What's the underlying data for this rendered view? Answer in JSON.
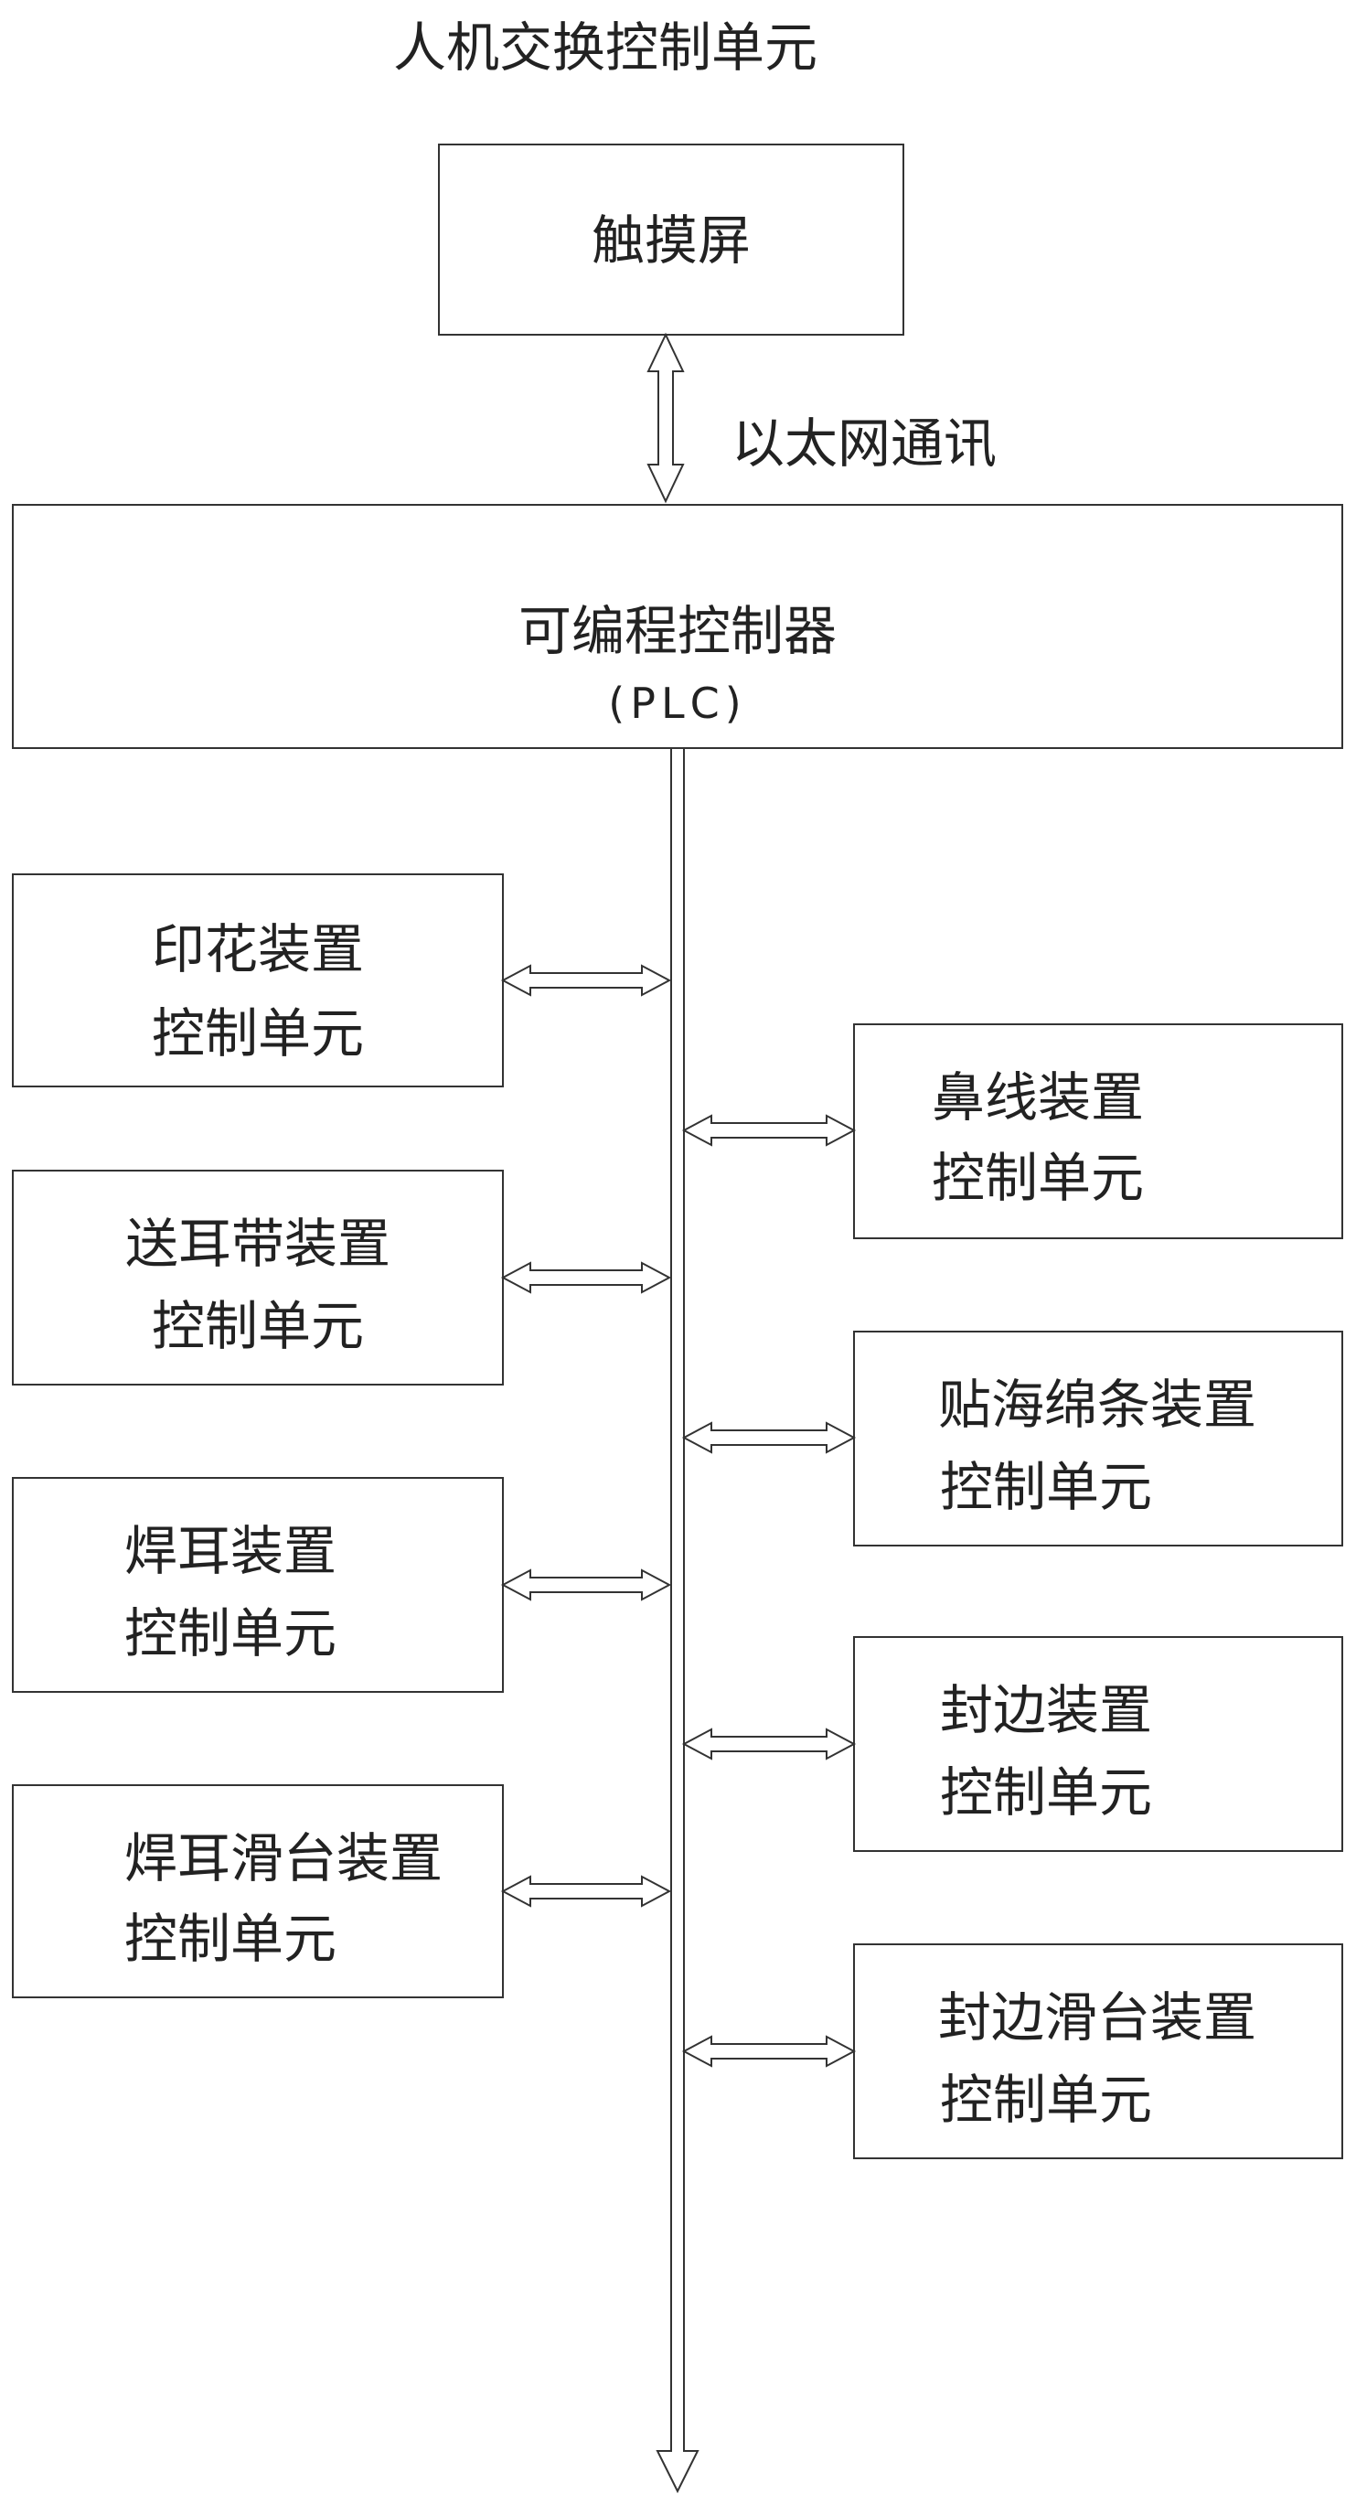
{
  "header": {
    "title": "人机交换控制单元"
  },
  "touchscreen": {
    "label": "触摸屏"
  },
  "link": {
    "label": "以太网通讯"
  },
  "plc": {
    "label": "可编程控制器",
    "sublabel": "(PLC)"
  },
  "left_units": [
    {
      "line1": "印花装置",
      "line2": "控制单元"
    },
    {
      "line1": "送耳带装置",
      "line2": "控制单元"
    },
    {
      "line1": "焊耳装置",
      "line2": "控制单元"
    },
    {
      "line1": "焊耳滑台装置",
      "line2": "控制单元"
    }
  ],
  "right_units": [
    {
      "line1": "鼻线装置",
      "line2": "控制单元"
    },
    {
      "line1": "贴海绵条装置",
      "line2": "控制单元"
    },
    {
      "line1": "封边装置",
      "line2": "控制单元"
    },
    {
      "line1": "封边滑台装置",
      "line2": "控制单元"
    }
  ]
}
